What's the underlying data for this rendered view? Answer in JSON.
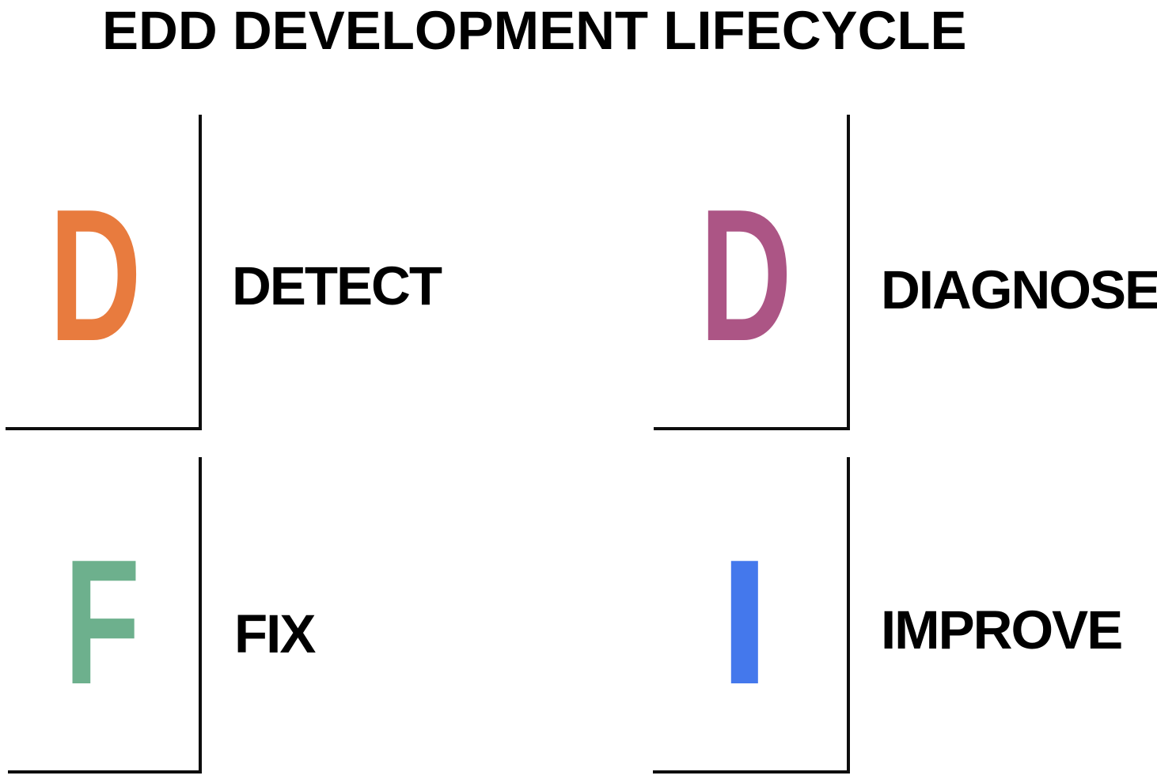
{
  "title": "EDD DEVELOPMENT LIFECYCLE",
  "colors": {
    "background": "#FFFFFF",
    "line": "#0D0D0D",
    "text": "#000000",
    "detect": "#E87B3E",
    "diagnose": "#AC5585",
    "fix": "#6DB08D",
    "improve": "#4478EC"
  },
  "quadrants": [
    {
      "id": "detect",
      "position": "top-left",
      "letter": "D",
      "label": "DETECT",
      "color": "#E87B3E"
    },
    {
      "id": "diagnose",
      "position": "top-right",
      "letter": "D",
      "label": "DIAGNOSE",
      "color": "#AC5585"
    },
    {
      "id": "fix",
      "position": "bottom-left",
      "letter": "F",
      "label": "FIX",
      "color": "#6DB08D"
    },
    {
      "id": "improve",
      "position": "bottom-right",
      "letter": "I",
      "label": "IMPROVE",
      "color": "#4478EC"
    }
  ]
}
